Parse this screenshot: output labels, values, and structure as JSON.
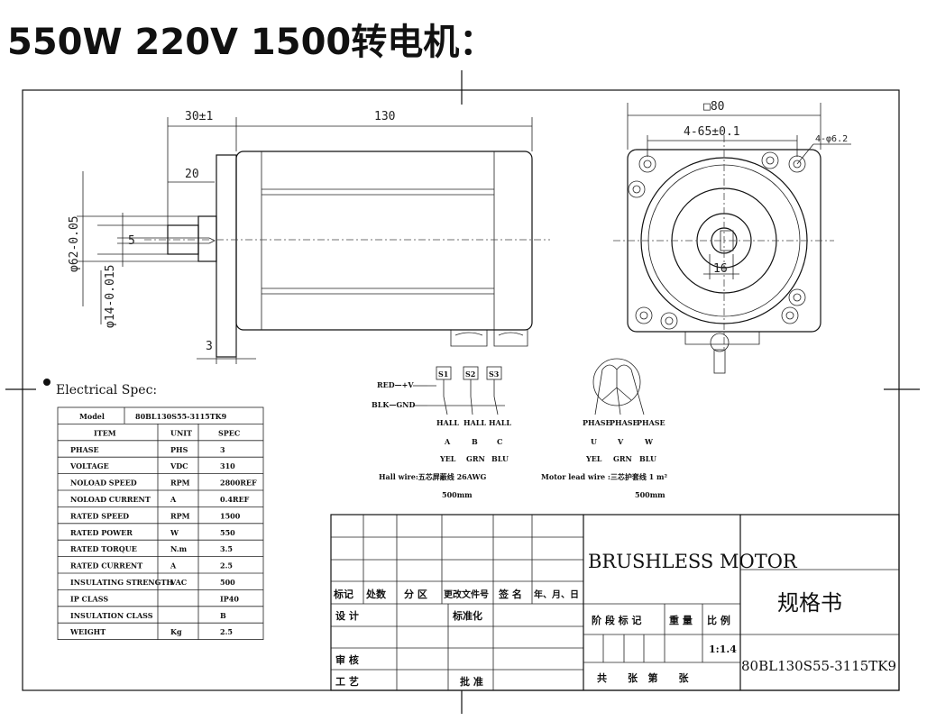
{
  "title": "550W 220V 1500转电机：",
  "dimensions": {
    "d_30": "30±1",
    "d_130": "130",
    "d_20": "20",
    "d_5": "5",
    "d_62": "φ62-0.05",
    "d_14": "φ14-0.015",
    "d_3": "3",
    "d_80": "□80",
    "d_65": "4-65±0.1",
    "d_holes": "4-φ6.2",
    "d_16": "16"
  },
  "wiring": {
    "red": "RED—+V",
    "blk": "BLK—GND",
    "sensors": [
      "S1",
      "S2",
      "S3"
    ],
    "hall": [
      {
        "label": "HALL",
        "letter": "A",
        "color": "YEL"
      },
      {
        "label": "HALL",
        "letter": "B",
        "color": "GRN"
      },
      {
        "label": "HALL",
        "letter": "C",
        "color": "BLU"
      }
    ],
    "phase": [
      {
        "label": "PHASE",
        "letter": "U",
        "color": "YEL"
      },
      {
        "label": "PHASE",
        "letter": "V",
        "color": "GRN"
      },
      {
        "label": "PHASE",
        "letter": "W",
        "color": "BLU"
      }
    ],
    "hall_wire": "Hall wire:五芯屏蔽线 26AWG",
    "hall_len": "500mm",
    "motor_wire": "Motor lead wire :三芯护套线 1 m²",
    "motor_len": "500mm"
  },
  "spec": {
    "heading": "Electrical Spec:",
    "model_label": "Model",
    "model_value": "80BL130S55-3115TK9",
    "headers": [
      "ITEM",
      "UNIT",
      "SPEC"
    ],
    "rows": [
      [
        "PHASE",
        "PHS",
        "3"
      ],
      [
        "VOLTAGE",
        "VDC",
        "310"
      ],
      [
        "NOLOAD SPEED",
        "RPM",
        "2800REF"
      ],
      [
        "NOLOAD CURRENT",
        "A",
        "0.4REF"
      ],
      [
        "RATED SPEED",
        "RPM",
        "1500"
      ],
      [
        "RATED POWER",
        "W",
        "550"
      ],
      [
        "RATED TORQUE",
        "N.m",
        "3.5"
      ],
      [
        "RATED CURRENT",
        "A",
        "2.5"
      ],
      [
        "INSULATING STRENGTH",
        "VAC",
        "500"
      ],
      [
        "IP CLASS",
        "",
        "IP40"
      ],
      [
        "INSULATION CLASS",
        "",
        "B"
      ],
      [
        "WEIGHT",
        "Kg",
        "2.5"
      ]
    ]
  },
  "titleblock": {
    "product": "BRUSHLESS MOTOR",
    "doc_type": "规格书",
    "part_no": "80BL130S55-3115TK9",
    "rev_labels": [
      "标记",
      "处数",
      "分 区",
      "更改文件号",
      "签 名",
      "年、月、日"
    ],
    "design": "设 计",
    "standard": "标准化",
    "review": "审 核",
    "process": "工 艺",
    "approve": "批 准",
    "stage": "阶 段 标 记",
    "weight": "重 量",
    "scale_label": "比 例",
    "scale": "1:1.4",
    "sheets": "共      张   第      张"
  }
}
